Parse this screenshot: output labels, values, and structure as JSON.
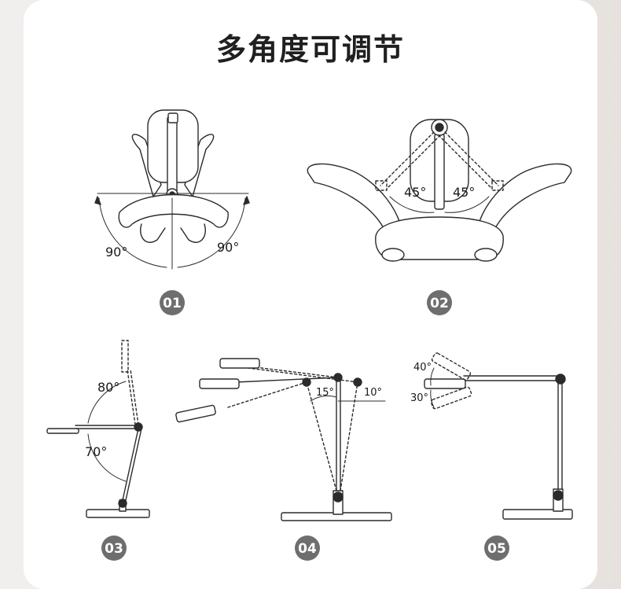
{
  "page": {
    "title": "多角度可调节"
  },
  "panels": [
    {
      "number": "01",
      "angles": [
        "90°",
        "90°"
      ]
    },
    {
      "number": "02",
      "angles": [
        "45°",
        "45°"
      ]
    },
    {
      "number": "03",
      "angles": [
        "80°",
        "70°"
      ]
    },
    {
      "number": "04",
      "angles": [
        "15°",
        "10°"
      ]
    },
    {
      "number": "05",
      "angles": [
        "40°",
        "30°"
      ]
    }
  ]
}
